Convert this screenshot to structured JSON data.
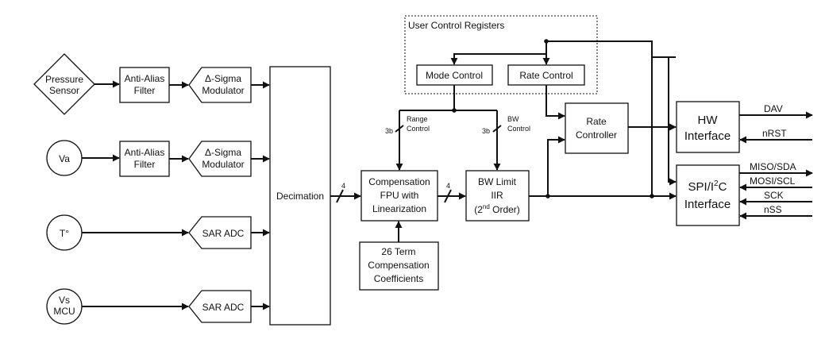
{
  "blocks": {
    "pressure_sensor": [
      "Pressure",
      "Sensor"
    ],
    "va": "Va",
    "temperature": "T°",
    "vs_mcu": [
      "Vs",
      "MCU"
    ],
    "anti_alias_1": [
      "Anti-Alias",
      "Filter"
    ],
    "anti_alias_2": [
      "Anti-Alias",
      "Filter"
    ],
    "sigma_mod_1": [
      "Δ-Sigma",
      "Modulator"
    ],
    "sigma_mod_2": [
      "Δ-Sigma",
      "Modulator"
    ],
    "sar_adc_1": "SAR ADC",
    "sar_adc_2": "SAR ADC",
    "decimation": "Decimation",
    "compensation": [
      "Compensation",
      "FPU with",
      "Linearization"
    ],
    "coefficients": [
      "26 Term",
      "Compensation",
      "Coefficients"
    ],
    "bw_limit": [
      "BW Limit",
      "IIR",
      "(2",
      "nd",
      " Order)"
    ],
    "user_control_registers": "User Control Registers",
    "mode_control": "Mode Control",
    "rate_control": "Rate Control",
    "rate_controller": [
      "Rate",
      "Controller"
    ],
    "hw_interface": [
      "HW",
      "Interface"
    ],
    "spi_interface": [
      "SPI/I",
      "2",
      "C",
      "Interface"
    ]
  },
  "bus_labels": {
    "range_control": [
      "Range",
      "Control"
    ],
    "bw_control": [
      "BW",
      "Control"
    ],
    "range_width": "3b",
    "bw_width": "3b",
    "decim_width": "4",
    "comp_width": "4"
  },
  "signals": {
    "dav": "DAV",
    "nrst": "nRST",
    "miso": "MISO/SDA",
    "mosi": "MOSI/SCL",
    "sck": "SCK",
    "nss": "nSS"
  }
}
